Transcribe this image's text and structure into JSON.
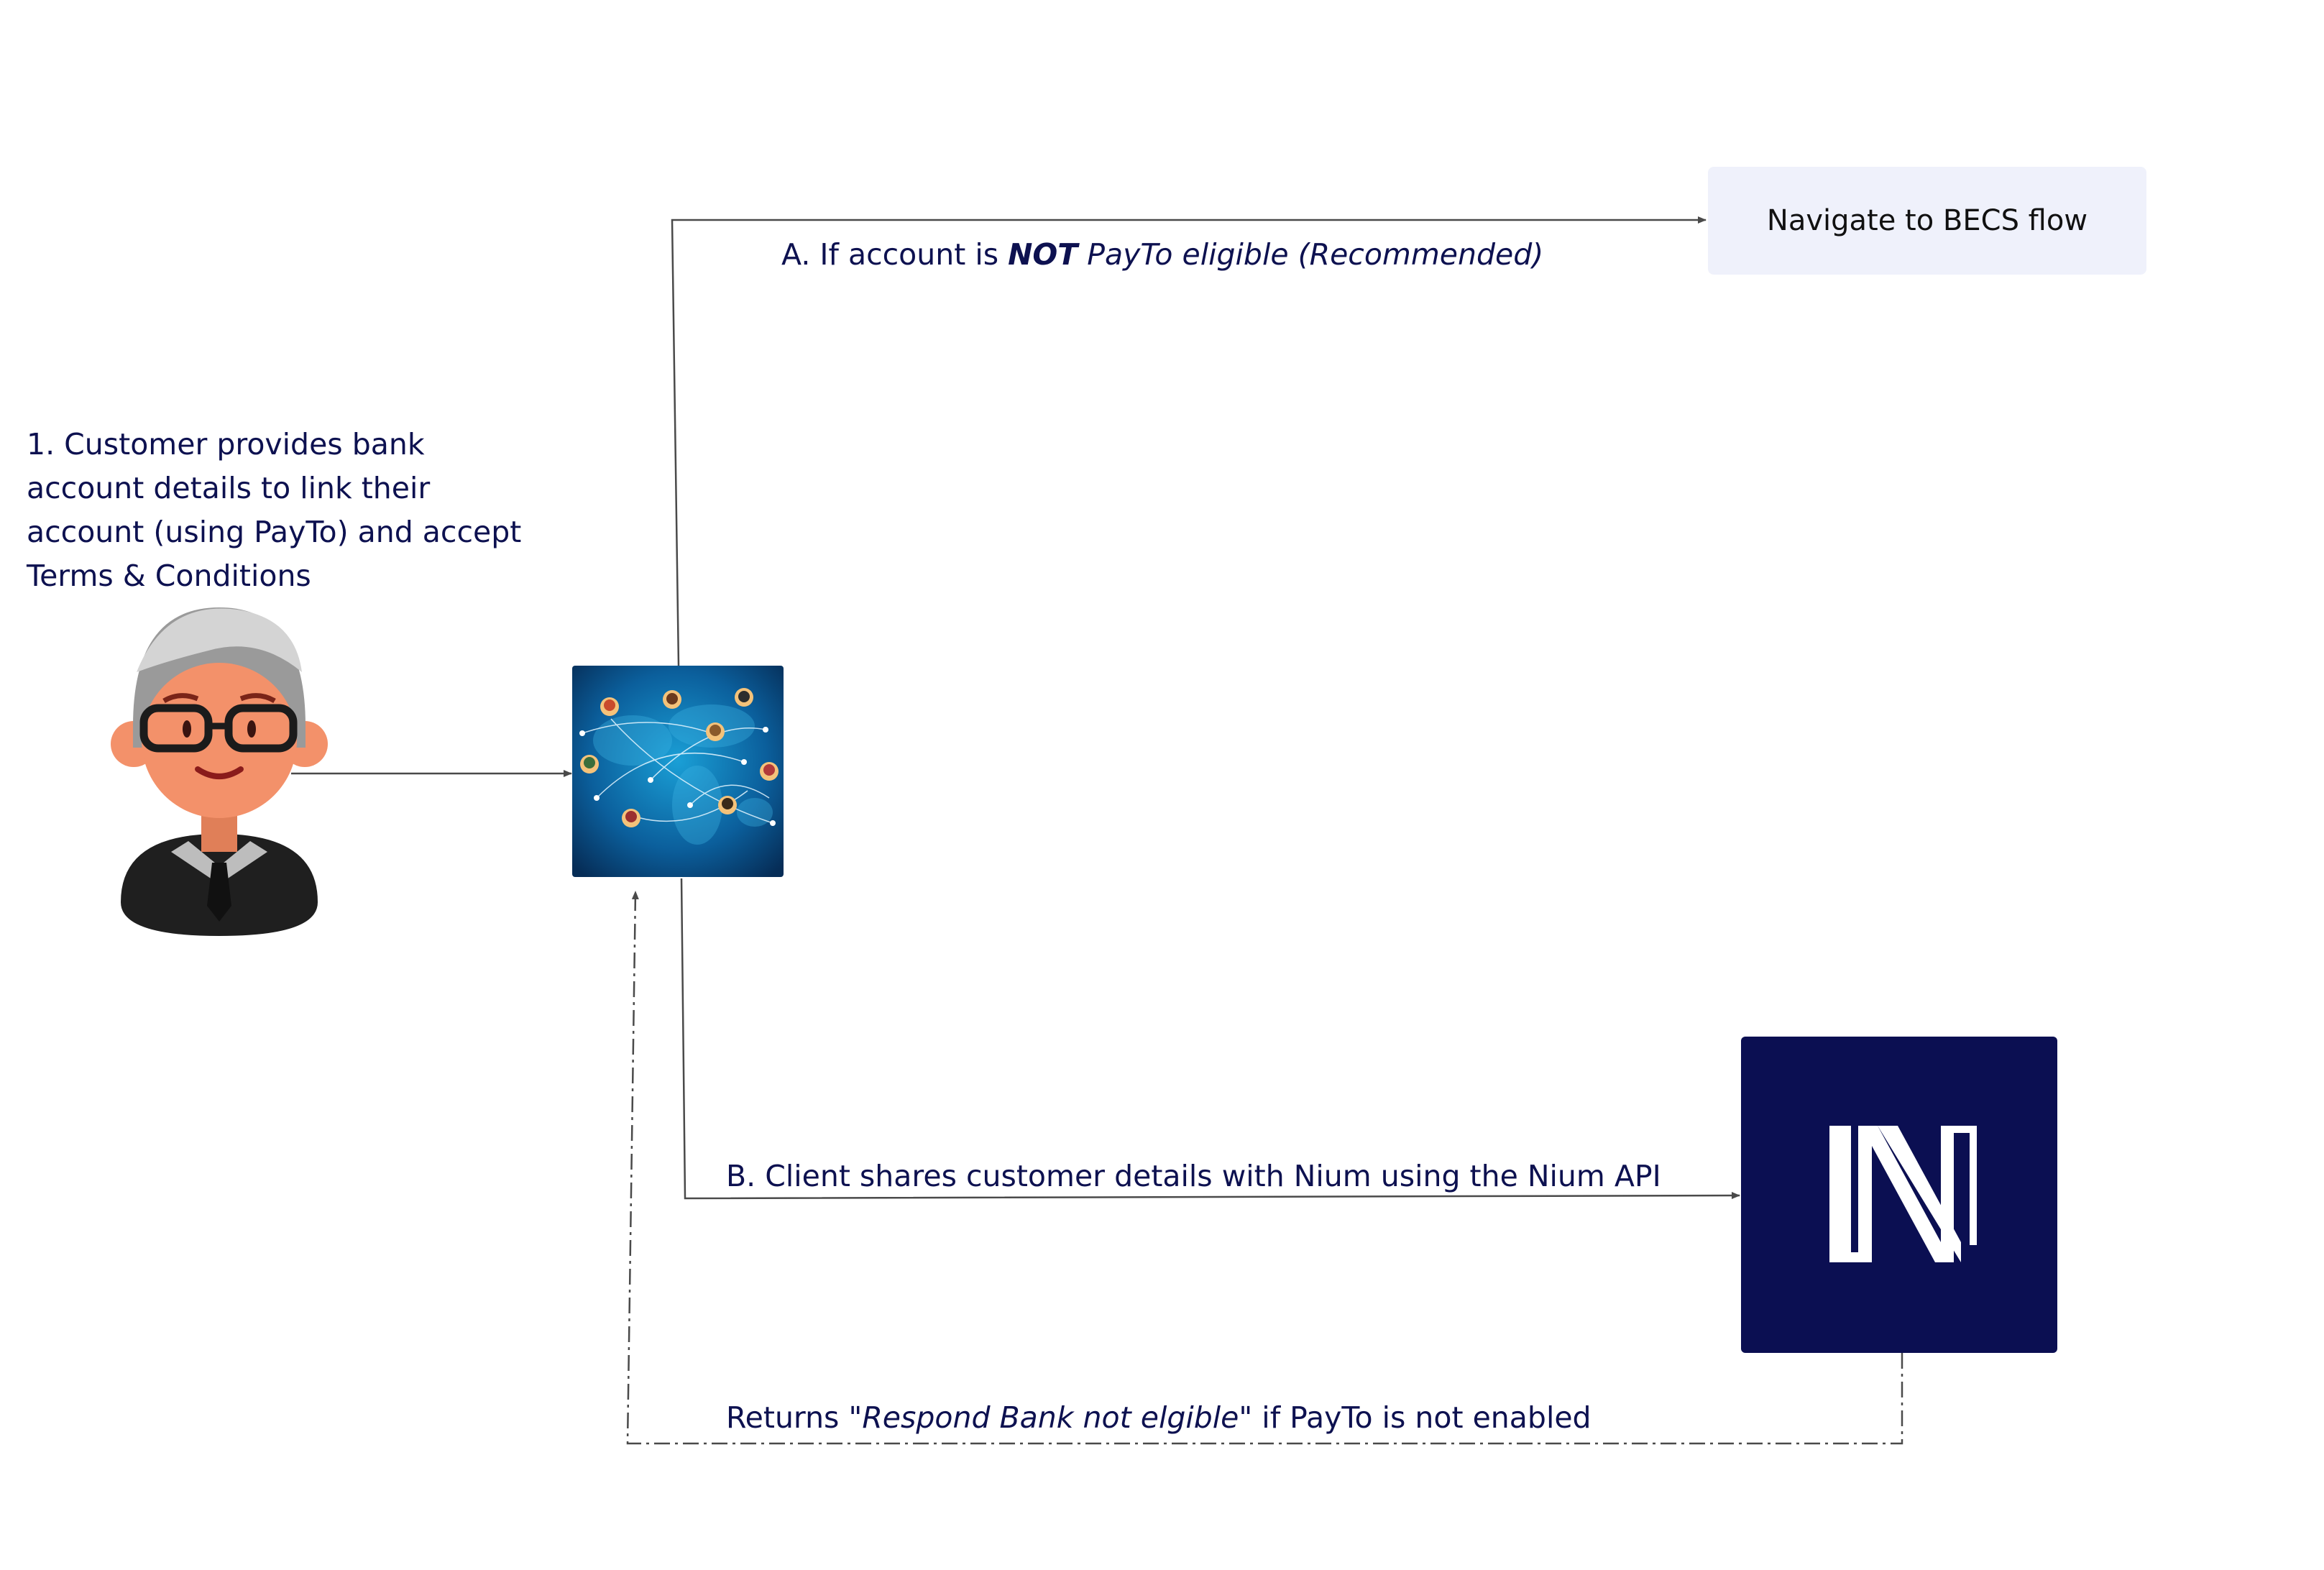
{
  "steps": {
    "customer_text": "1. Customer provides bank account details to link their account (using PayTo) and accept Terms & Conditions",
    "branch_a": {
      "prefix": "A. If account is ",
      "emphasis": "NOT",
      "suffix": " PayTo eligible (Recommended)"
    },
    "branch_b": "B. Client shares customer details with Nium using the Nium API",
    "returns": {
      "prefix": "Returns \"",
      "emphasis": "Respond Bank not elgible\"",
      "suffix": " if PayTo is not enabled"
    }
  },
  "nodes": {
    "becs_flow": "Navigate to BECS flow"
  },
  "colors": {
    "text": "#0d1150",
    "connector": "#4a4a4a",
    "becs_box_fill": "#eff1fb",
    "nium_navy": "#0b0f52",
    "network_blue": "#0a4f8a",
    "skin": "#f3916a",
    "hair": "#c9c9c9",
    "shirt": "#1f1f1f"
  },
  "icons": [
    "customer-avatar-icon",
    "client-network-icon",
    "nium-logo-icon"
  ]
}
